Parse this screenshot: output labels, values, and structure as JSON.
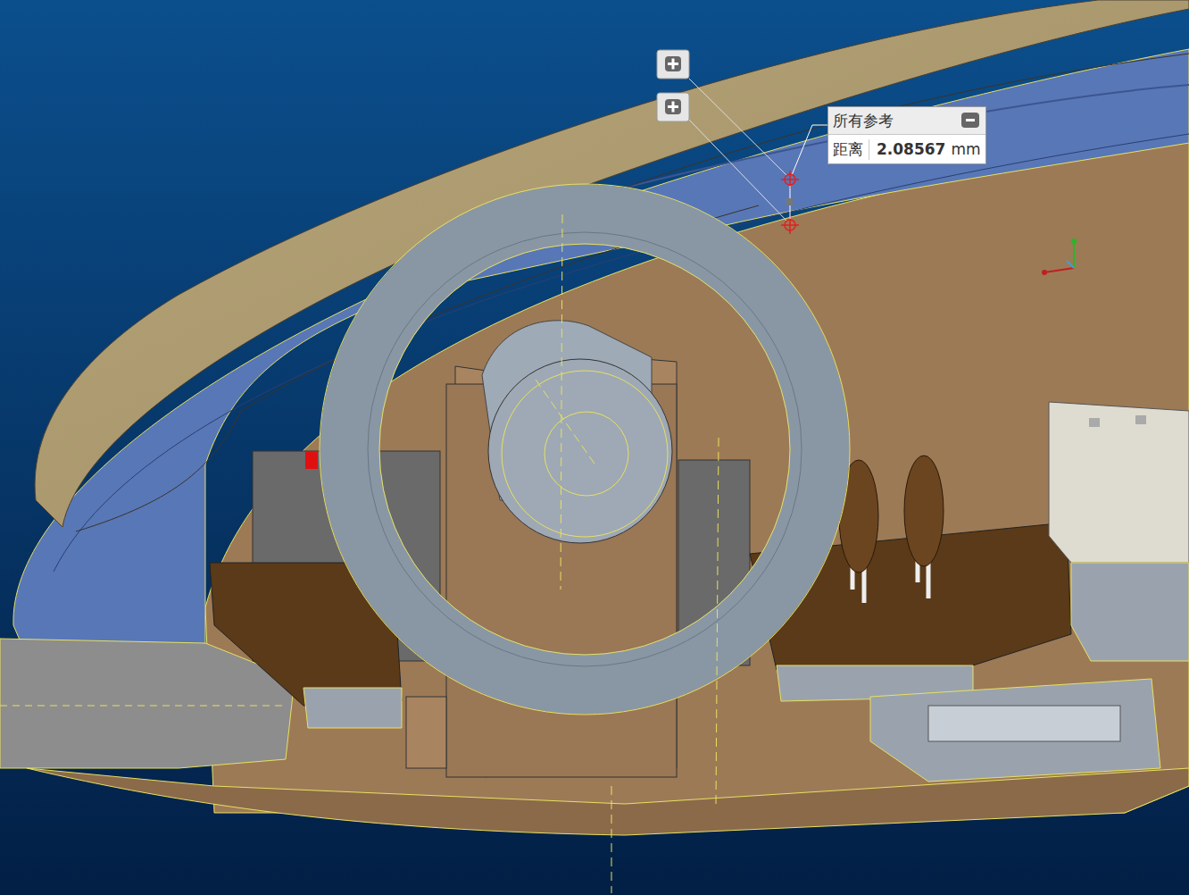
{
  "diagram": {
    "nodes": [
      {
        "text": [
          "所有参考",
          "距离",
          "2.08567",
          "mm"
        ]
      }
    ]
  }
}
